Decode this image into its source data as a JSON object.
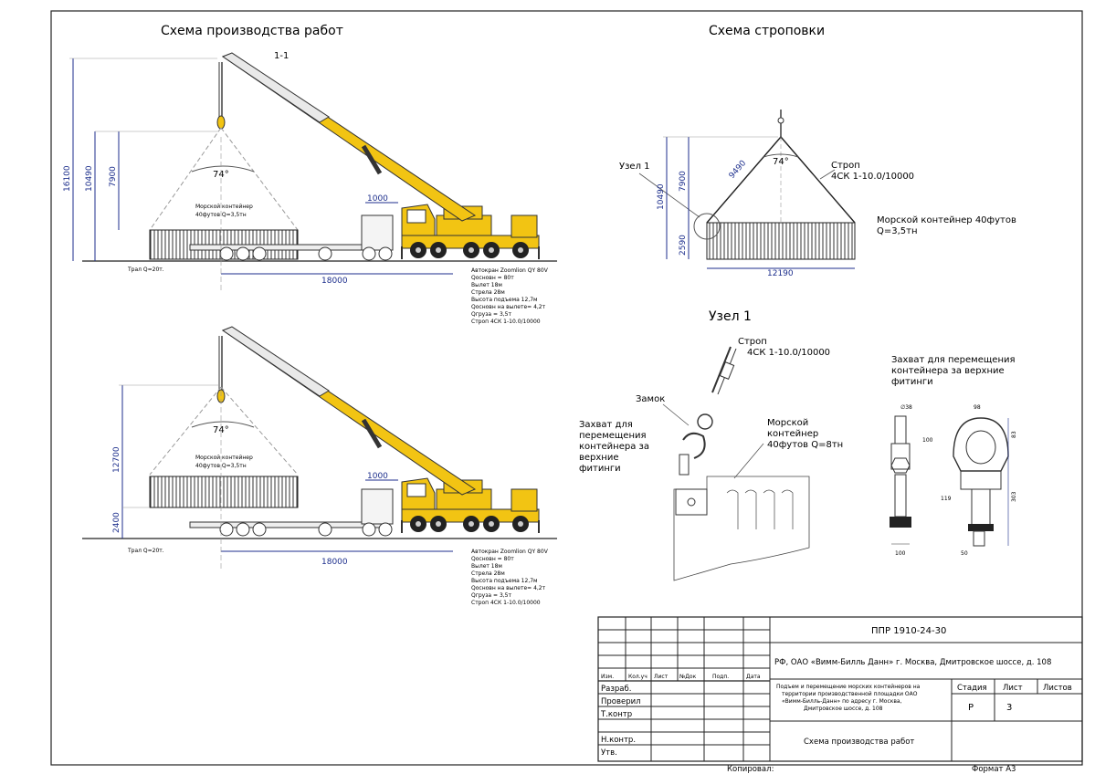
{
  "titles": {
    "work_scheme": "Схема производства работ",
    "slinging_scheme": "Схема строповки",
    "section": "1-1",
    "node1": "Узел 1"
  },
  "scheme1": {
    "angle": "74°",
    "dim_total": "16100",
    "dim_lift": "10490",
    "dim_hook": "7900",
    "dim_1000": "1000",
    "dim_18000": "18000",
    "container_label_1": "Морской контейнер",
    "container_label_2": "40футов Q=3,5тн",
    "trailer": "Трал Q=20т.",
    "specs": [
      "Автокран Zoomlion QY 80V",
      "Qосновн = 80т",
      "Вылет 18м",
      "Стрела 28м",
      "Высота подъема 12,7м",
      "Qосновн на вылете= 4,2т",
      "Qгруза = 3,5т",
      "Строп 4СК 1-10.0/10000"
    ]
  },
  "scheme2": {
    "angle": "74°",
    "dim_total": "12700",
    "dim_2400": "2400",
    "dim_1000": "1000",
    "dim_18000": "18000",
    "container_label_1": "Морской контейнер",
    "container_label_2": "40футов Q=3,5тн",
    "trailer": "Трал Q=20т.",
    "specs": [
      "Автокран Zoomlion QY 80V",
      "Qосновн = 80т",
      "Вылет 18м",
      "Стрела 28м",
      "Высота подъема 12,7м",
      "Qосновн на вылете= 4,2т",
      "Qгруза = 3,5т",
      "Строп 4СК 1-10.0/10000"
    ]
  },
  "slinging": {
    "node_label": "Узел 1",
    "angle": "74°",
    "dim_9490": "9490",
    "dim_10490": "10490",
    "dim_7900": "7900",
    "dim_2590": "2590",
    "dim_12190": "12190",
    "sling_1": "Строп",
    "sling_2": "4СК 1-10.0/10000",
    "container_1": "Морской контейнер 40футов",
    "container_2": "Q=3,5тн"
  },
  "node": {
    "sling_1": "Строп",
    "sling_2": "4СК 1-10.0/10000",
    "lock": "Замок",
    "grip": [
      "Захват для",
      "перемещения",
      "контейнера за",
      "верхние",
      "фитинги"
    ],
    "container": [
      "Морской",
      "контейнер",
      "40футов Q=8тн"
    ]
  },
  "grip_detail": {
    "title": [
      "Захват для перемещения",
      "контейнера за верхние",
      "фитинги"
    ],
    "dims": [
      "∅38",
      "98",
      "100",
      "83",
      "119",
      "303",
      "100",
      "50"
    ]
  },
  "title_block": {
    "code": "ППР 1910-24-30",
    "customer": "РФ, ОАО «Вимм-Билль Данн» г. Москва, Дмитровское шоссе, д. 108",
    "description": [
      "Подъем и перемещение морских контейнеров на",
      "территории производственной площадки ОАО",
      "«Вимм-Билль-Данн» по адресу г. Москва,",
      "Дмитровское шоссе, д. 108"
    ],
    "sheet_title": "Схема производства работ",
    "headers": [
      "Изм.",
      "Кол.уч",
      "Лист",
      "№Док",
      "Подп.",
      "Дата"
    ],
    "roles": [
      "Разраб.",
      "Проверил",
      "Т.контр",
      "",
      "Н.контр.",
      "Утв."
    ],
    "stage_label": "Стадия",
    "sheet_label": "Лист",
    "sheets_label": "Листов",
    "stage": "Р",
    "sheet": "3",
    "sheets": ""
  },
  "footer": {
    "copied": "Копировал:",
    "format": "Формат А3"
  },
  "colors": {
    "crane_yellow": "#f2c413",
    "dimension_blue": "#1c2e8c",
    "line": "#111111"
  }
}
